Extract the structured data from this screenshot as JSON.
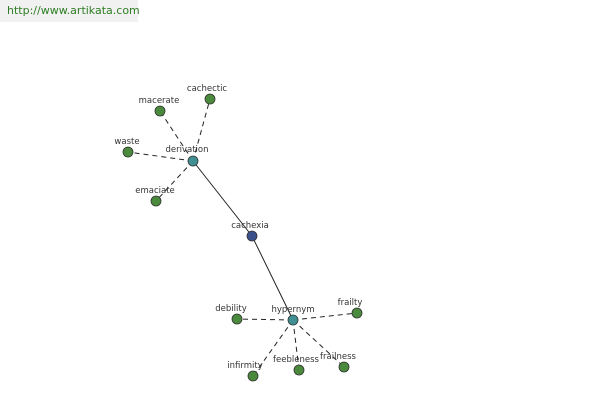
{
  "header": {
    "url": "http://www.artikata.com"
  },
  "graph": {
    "nodes": {
      "cachexia": {
        "label": "cachexia",
        "color": "#3b4f8a"
      },
      "derivation": {
        "label": "derivation",
        "color": "#3f8f93"
      },
      "hypernym": {
        "label": "hypernym",
        "color": "#3f8f93"
      },
      "cachectic": {
        "label": "cachectic",
        "color": "#4a8a3c"
      },
      "macerate": {
        "label": "macerate",
        "color": "#4a8a3c"
      },
      "waste": {
        "label": "waste",
        "color": "#4a8a3c"
      },
      "emaciate": {
        "label": "emaciate",
        "color": "#4a8a3c"
      },
      "debility": {
        "label": "debility",
        "color": "#4a8a3c"
      },
      "frailty": {
        "label": "frailty",
        "color": "#4a8a3c"
      },
      "infirmity": {
        "label": "infirmity",
        "color": "#4a8a3c"
      },
      "feebleness": {
        "label": "feebleness",
        "color": "#4a8a3c"
      },
      "frailness": {
        "label": "frailness",
        "color": "#4a8a3c"
      }
    },
    "edges": [
      {
        "from": "cachexia",
        "to": "derivation",
        "style": "solid"
      },
      {
        "from": "cachexia",
        "to": "hypernym",
        "style": "solid"
      },
      {
        "from": "derivation",
        "to": "cachectic",
        "style": "dashed"
      },
      {
        "from": "derivation",
        "to": "macerate",
        "style": "dashed"
      },
      {
        "from": "derivation",
        "to": "waste",
        "style": "dashed"
      },
      {
        "from": "derivation",
        "to": "emaciate",
        "style": "dashed"
      },
      {
        "from": "hypernym",
        "to": "debility",
        "style": "dashed"
      },
      {
        "from": "hypernym",
        "to": "frailty",
        "style": "dashed"
      },
      {
        "from": "hypernym",
        "to": "infirmity",
        "style": "dashed"
      },
      {
        "from": "hypernym",
        "to": "feebleness",
        "style": "dashed"
      },
      {
        "from": "hypernym",
        "to": "frailness",
        "style": "dashed"
      }
    ]
  }
}
